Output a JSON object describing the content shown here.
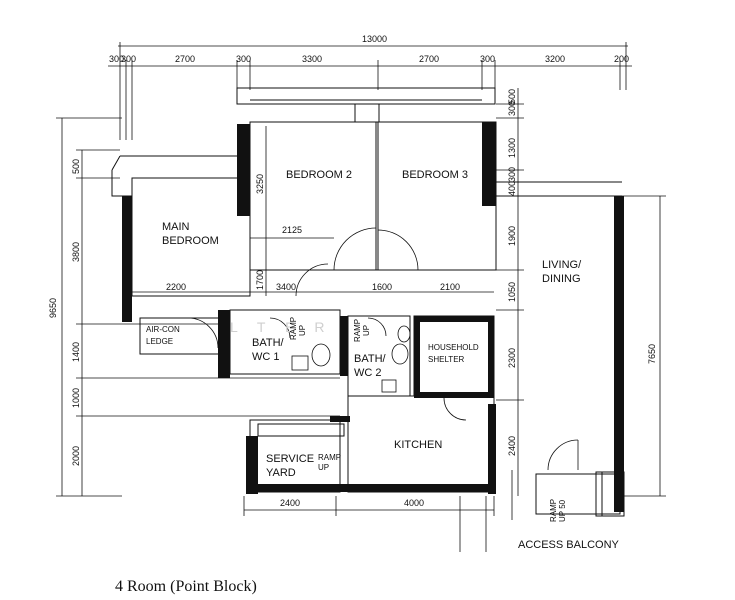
{
  "caption": "4 Room (Point Block)",
  "watermark": "L   T   E   R",
  "top_dimensions": {
    "total": "13000",
    "segments": [
      "300",
      "300",
      "2700",
      "300",
      "3300",
      "2700",
      "300",
      "3200",
      "200"
    ]
  },
  "left_dimensions": {
    "total": "9650",
    "segments": [
      "500",
      "3800",
      "1400",
      "1000",
      "2000"
    ]
  },
  "right_dimensions": {
    "total": "7650",
    "segments": [
      "500",
      "300",
      "1300",
      "300",
      "400",
      "1900",
      "1050",
      "2300",
      "2400"
    ]
  },
  "inner_dimensions": {
    "d3250": "3250",
    "d2125": "2125",
    "d1700": "1700",
    "d2200": "2200",
    "d3400": "3400",
    "d1600": "1600",
    "d2100": "2100"
  },
  "bottom_dimensions": [
    "2400",
    "4000"
  ],
  "rooms": {
    "bedroom2": "BEDROOM 2",
    "bedroom3": "BEDROOM 3",
    "main_bedroom_1": "MAIN",
    "main_bedroom_2": "BEDROOM",
    "living_1": "LIVING/",
    "living_2": "DINING",
    "aircon_1": "AIR-CON",
    "aircon_2": "LEDGE",
    "bath1_1": "BATH/",
    "bath1_2": "WC 1",
    "bath2_1": "BATH/",
    "bath2_2": "WC 2",
    "shelter_1": "HOUSEHOLD",
    "shelter_2": "SHELTER",
    "kitchen": "KITCHEN",
    "service_1": "SERVICE",
    "service_2": "YARD",
    "access": "ACCESS BALCONY"
  },
  "ramps": {
    "ramp": "RAMP",
    "up": "UP",
    "up50": "UP 50"
  }
}
